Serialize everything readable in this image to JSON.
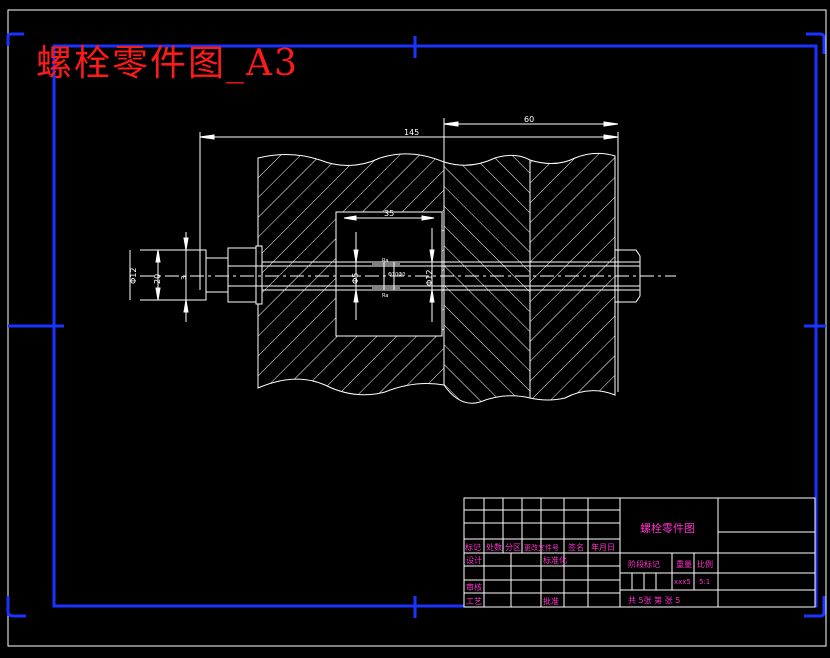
{
  "drawing": {
    "title": "螺栓零件图_A3",
    "colors": {
      "background": "#000000",
      "frame_blue": "#1a33ff",
      "line_white": "#ffffff",
      "title_red": "#ff1a1a",
      "block_magenta": "#ff33cc"
    }
  },
  "dimensions": {
    "overall_length": "145",
    "thread_length": "60",
    "head_height": "35",
    "left_dia_outer": "Φ12",
    "left_dia_inner": "20",
    "left_small": "3",
    "center_dia": "Φ5",
    "right_dia": "Φ12",
    "ra_top": "Ra",
    "ra_mid": "Φ10Φ0",
    "ra_bottom": "Ra"
  },
  "title_block": {
    "part_name": "螺栓零件图",
    "row_labels": [
      "标记",
      "处数",
      "分区",
      "更改文件号",
      "签名",
      "年月日"
    ],
    "design": "设计",
    "standardize": "标准化",
    "stage_mark": "阶段标记",
    "weight": "重量",
    "scale": "比例",
    "weight_value": "xxx5",
    "scale_value": "5:1",
    "review": "审核",
    "process": "工艺",
    "approve": "批准",
    "sheets": "共  5张  第  张  5"
  }
}
